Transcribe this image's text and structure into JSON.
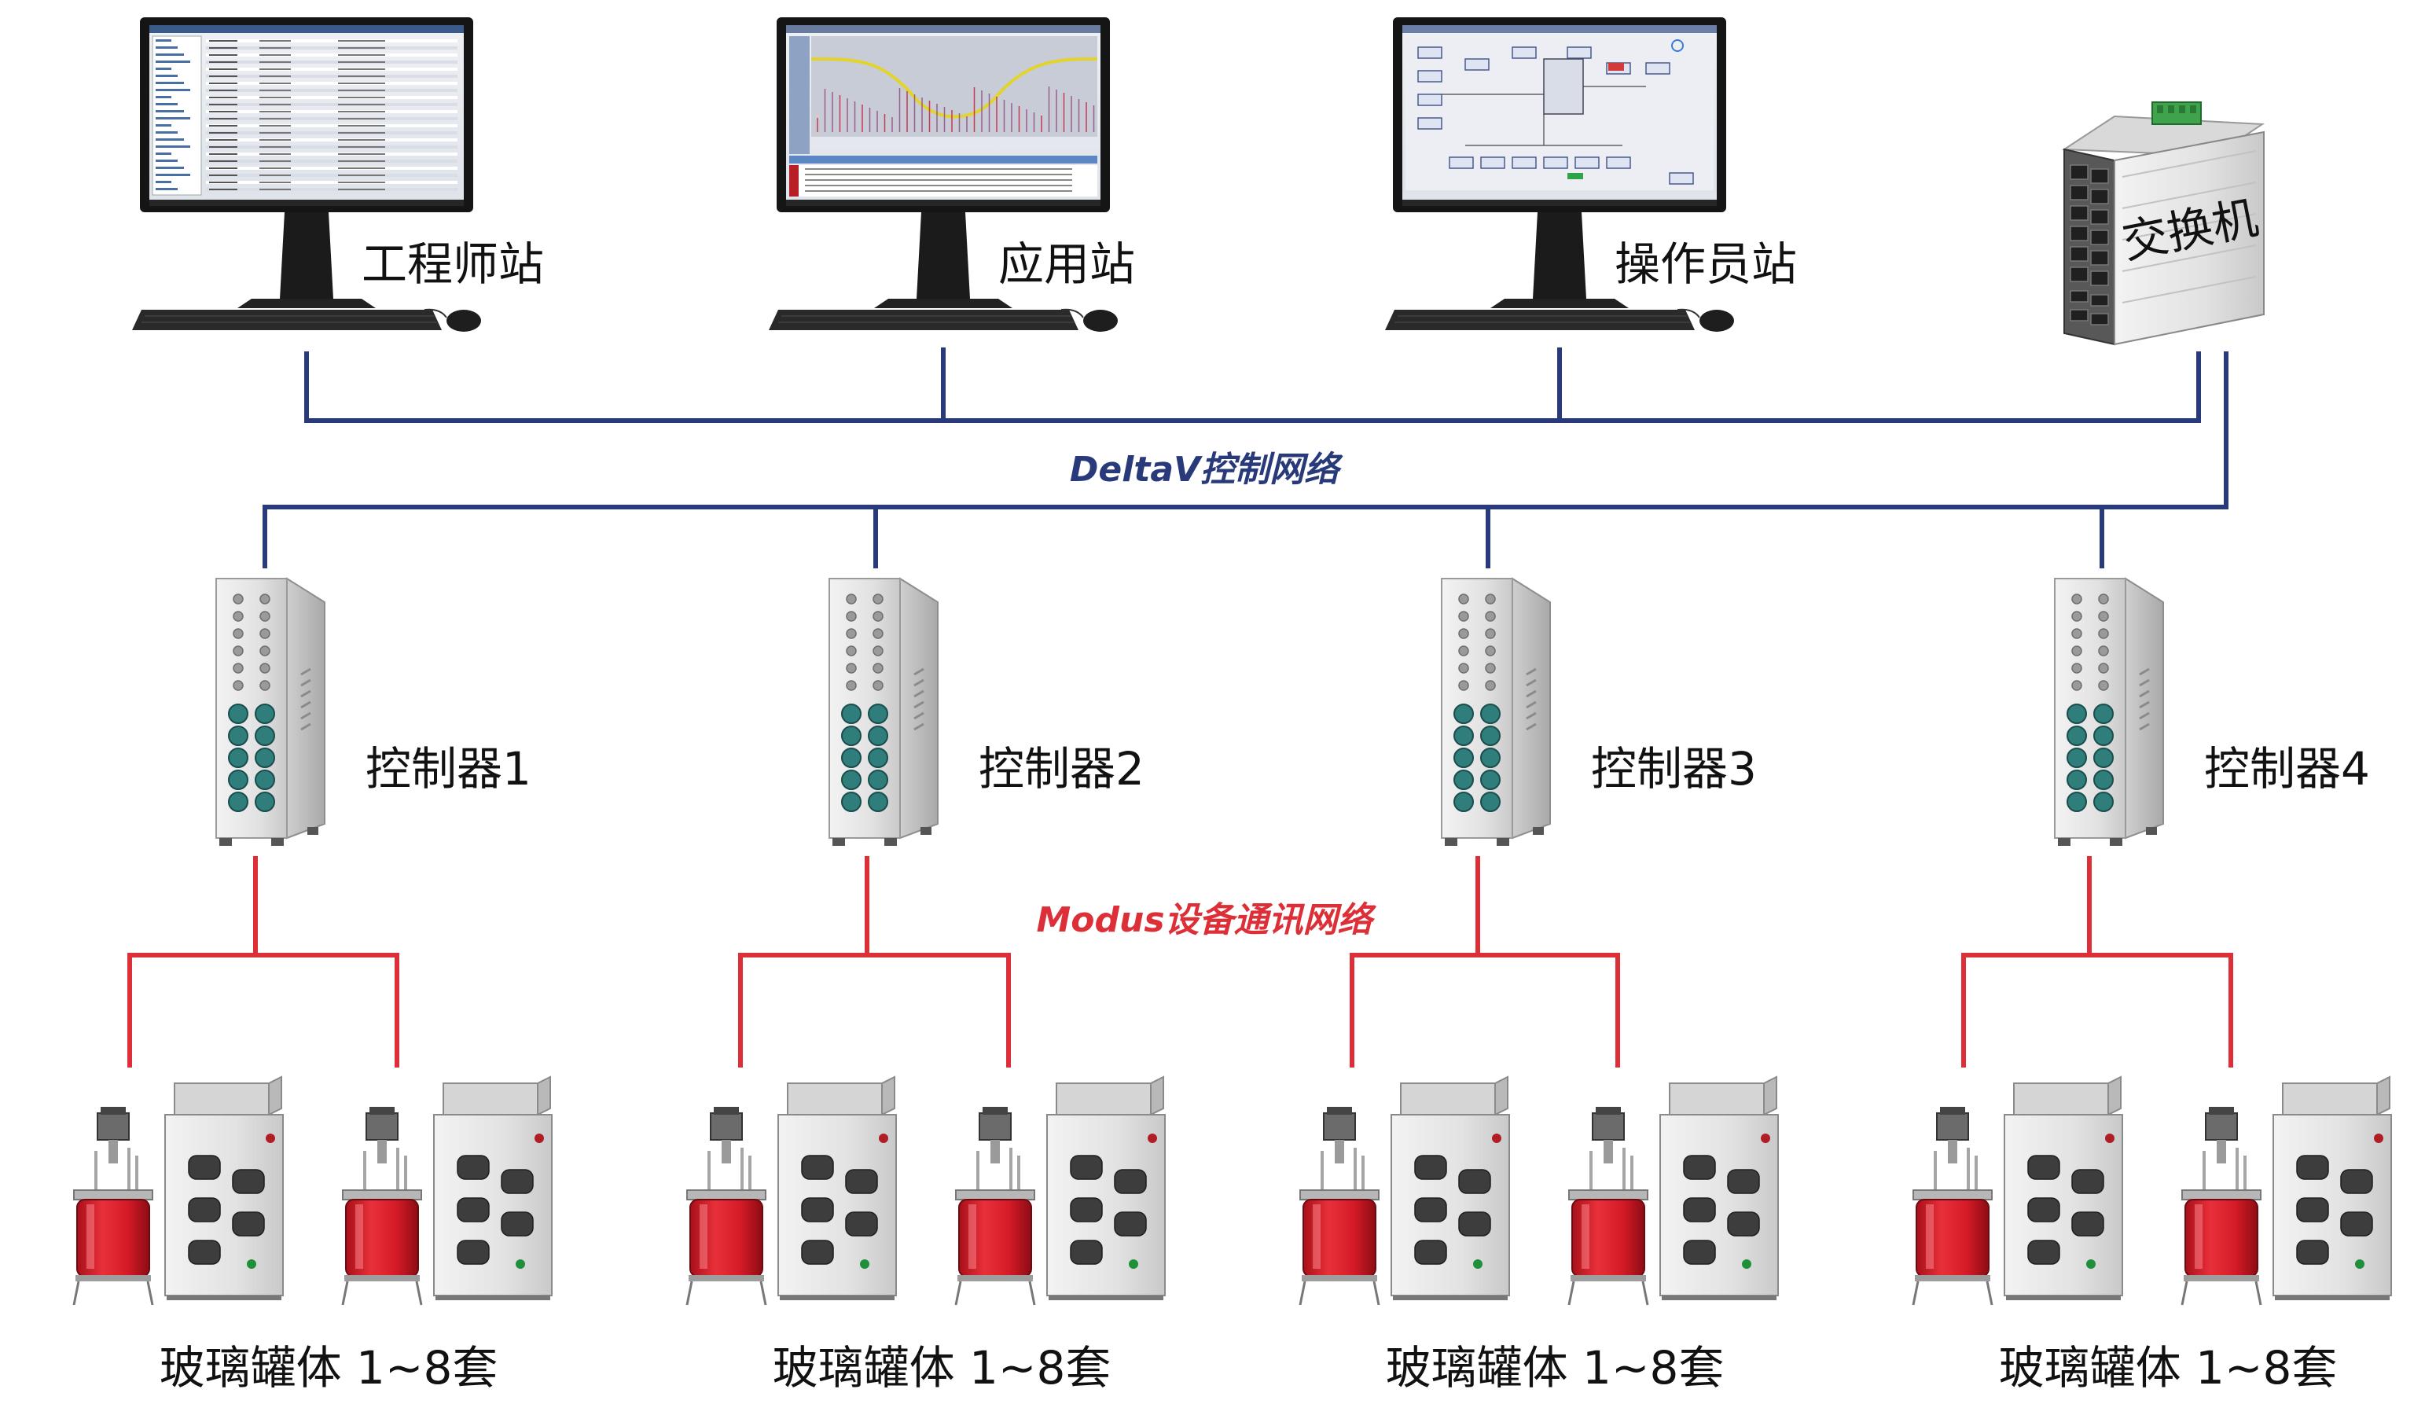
{
  "colors": {
    "deltav_network": "#283a7a",
    "modbus_network": "#dc2f37",
    "liquid_red": "#d41a26",
    "led_teal": "#2f7e7c"
  },
  "workstations": [
    {
      "label": "工程师站",
      "screen": "engineering-explorer"
    },
    {
      "label": "应用站",
      "screen": "trend-chart"
    },
    {
      "label": "操作员站",
      "screen": "process-graphic"
    }
  ],
  "switch": {
    "label": "交换机"
  },
  "deltav_network": {
    "label": "DeltaV控制网络"
  },
  "modbus_network": {
    "label": "Modus设备通讯网络"
  },
  "controllers": [
    {
      "label": "控制器1"
    },
    {
      "label": "控制器2"
    },
    {
      "label": "控制器3"
    },
    {
      "label": "控制器4"
    }
  ],
  "fermenter_groups": [
    {
      "label": "玻璃罐体 1~8套"
    },
    {
      "label": "玻璃罐体 1~8套"
    },
    {
      "label": "玻璃罐体 1~8套"
    },
    {
      "label": "玻璃罐体 1~8套"
    }
  ]
}
